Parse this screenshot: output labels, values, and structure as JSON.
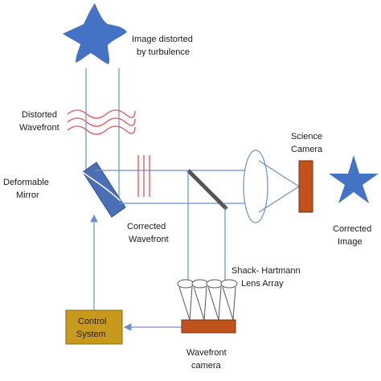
{
  "labels": {
    "distorted_image": [
      "Image distorted",
      "by turbulence"
    ],
    "distorted_wavefront": [
      "Distorted",
      "Wavefront"
    ],
    "deformable_mirror": [
      "Deformable",
      "Mirror"
    ],
    "corrected_wavefront": [
      "Corrected",
      "Wavefront"
    ],
    "science_camera": [
      "Science",
      "Camera"
    ],
    "corrected_image": [
      "Corrected",
      "Image"
    ],
    "shack_hartmann": [
      "Shack- Hartmann",
      "Lens Array"
    ],
    "control_system": [
      "Control",
      "System"
    ],
    "wavefront_camera": [
      "Wavefront",
      "camera"
    ]
  },
  "colors": {
    "star": "#4472C4",
    "beam": "#6b8fc8",
    "wave": "#e0505a",
    "mirror_fill": "#4a6fb5",
    "mirror_stroke": "#2f4f8f",
    "camera": "#c0521b",
    "control_fill": "#c79a1e",
    "control_stroke": "#8a6a10"
  }
}
